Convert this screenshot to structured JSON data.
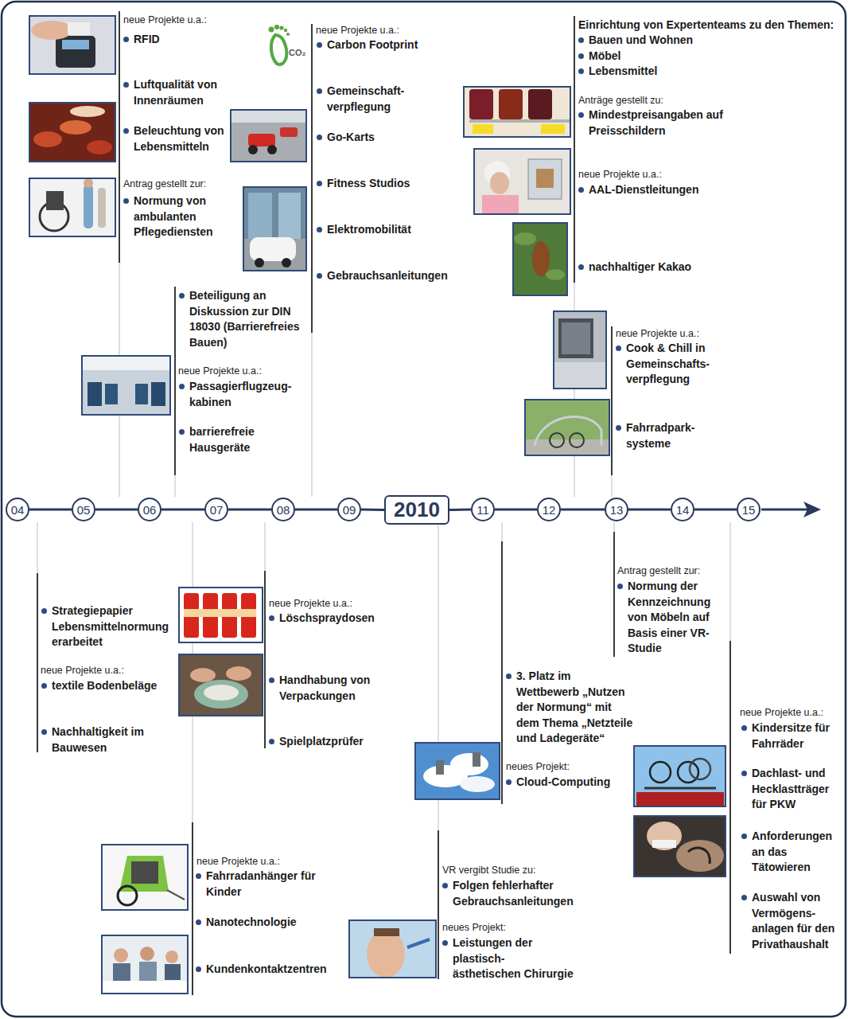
{
  "diagram": {
    "nodes": [
      {
        "text": [
          "04"
        ]
      },
      {
        "text": [
          "05"
        ]
      },
      {
        "text": [
          "06"
        ]
      },
      {
        "text": [
          "07"
        ]
      },
      {
        "text": [
          "08"
        ]
      },
      {
        "text": [
          "09"
        ]
      },
      {
        "text": [
          "2010"
        ]
      },
      {
        "text": [
          "11"
        ]
      },
      {
        "text": [
          "12"
        ]
      },
      {
        "text": [
          "13"
        ]
      },
      {
        "text": [
          "14"
        ]
      },
      {
        "text": [
          "15"
        ]
      }
    ],
    "edges": [
      {
        "from": 0,
        "to": 1,
        "arrow": "none"
      },
      {
        "from": 1,
        "to": 2,
        "arrow": "none"
      },
      {
        "from": 2,
        "to": 3,
        "arrow": "none"
      },
      {
        "from": 3,
        "to": 4,
        "arrow": "none"
      },
      {
        "from": 4,
        "to": 5,
        "arrow": "none"
      },
      {
        "from": 5,
        "to": 6,
        "arrow": "none"
      },
      {
        "from": 6,
        "to": 7,
        "arrow": "none"
      },
      {
        "from": 7,
        "to": 8,
        "arrow": "none"
      },
      {
        "from": 8,
        "to": 9,
        "arrow": "none"
      },
      {
        "from": 9,
        "to": 10,
        "arrow": "none"
      },
      {
        "from": 10,
        "to": 11,
        "arrow": "none"
      }
    ],
    "labels": [
      "neue Projekte u.a.:",
      "RFID",
      "Luftqualität von Innenräumen",
      "Beleuchtung von Lebensmitteln",
      "Antrag gestellt zur:",
      "Normung von ambulanten Pflegediensten",
      "Beteiligung an Diskussion zur DIN 18030 (Barrierefreies Bauen)",
      "neue Projekte u.a.:",
      "Passagierflugzeug- kabinen",
      "barrierefreie Hausgeräte",
      "CO₂",
      "neue Projekte u.a.:",
      "Carbon Footprint",
      "Gemeinschaft- verpflegung",
      "Go-Karts",
      "Fitness Studios",
      "Elektromobilität",
      "Gebrauchsanleitungen",
      "Einrichtung von Expertenteams zu den Themen:",
      "Bauen und Wohnen",
      "Möbel",
      "Lebensmittel",
      "Anträge gestellt zu:",
      "Mindestpreisangaben auf Preisschildern",
      "neue Projekte u.a.:",
      "AAL-Dienstleitungen",
      "nachhaltiger Kakao",
      "neue Projekte u.a.:",
      "Cook & Chill in Gemeinschafts- verpflegung",
      "Fahrradpark- systeme",
      "Strategiepapier Lebensmittelnormung erarbeitet",
      "neue Projekte u.a.:",
      "textile Bodenbeläge",
      "Nachhaltigkeit im Bauwesen",
      "neue Projekte u.a.:",
      "Löschspraydosen",
      "Handhabung von Verpackungen",
      "Spielplatzprüfer",
      "neue Projekte u.a.:",
      "Fahrradanhänger für Kinder",
      "Nanotechnologie",
      "Kundenkontaktzentren",
      "3. Platz im Wettbewerb „Nutzen der Normung“ mit dem Thema „Netzteile und Ladegeräte“",
      "neues Projekt:",
      "Cloud-Computing",
      "VR vergibt Studie zu:",
      "Folgen fehlerhafter Gebrauchsanleitungen",
      "neues Projekt:",
      "Leistungen der plastisch- ästhetischen Chirurgie",
      "Antrag gestellt zur:",
      "Normung der Kennzeichnung von Möbeln auf Basis einer VR-Studie",
      "neue Projekte u.a.:",
      "Kindersitze für Fahrräder",
      "Dachlast- und Hecklastträger für PKW",
      "Anforderungen an das Tätowieren",
      "Auswahl von Vermögens- anlagen für den Privathaushalt"
    ]
  }
}
